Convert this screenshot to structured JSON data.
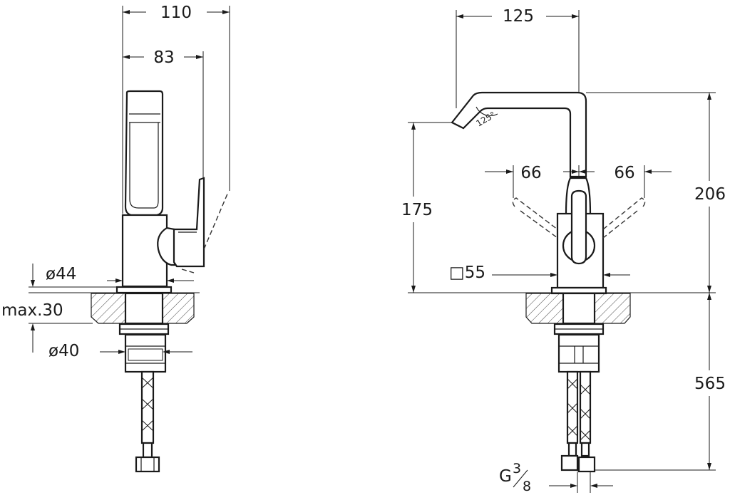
{
  "side_view": {
    "width_total": "110",
    "width_handle": "83",
    "body_diameter": "ø44",
    "deck_thickness": "max.30",
    "hole_diameter": "ø40"
  },
  "front_view": {
    "spout_reach": "125",
    "spout_angle": "125°",
    "handle_left_travel": "66",
    "handle_right_travel": "66",
    "spout_height": "175",
    "total_height": "206",
    "base_square": "□55",
    "hose_length": "565",
    "thread_prefix": "G",
    "thread_numerator": "3",
    "thread_denominator": "8"
  }
}
